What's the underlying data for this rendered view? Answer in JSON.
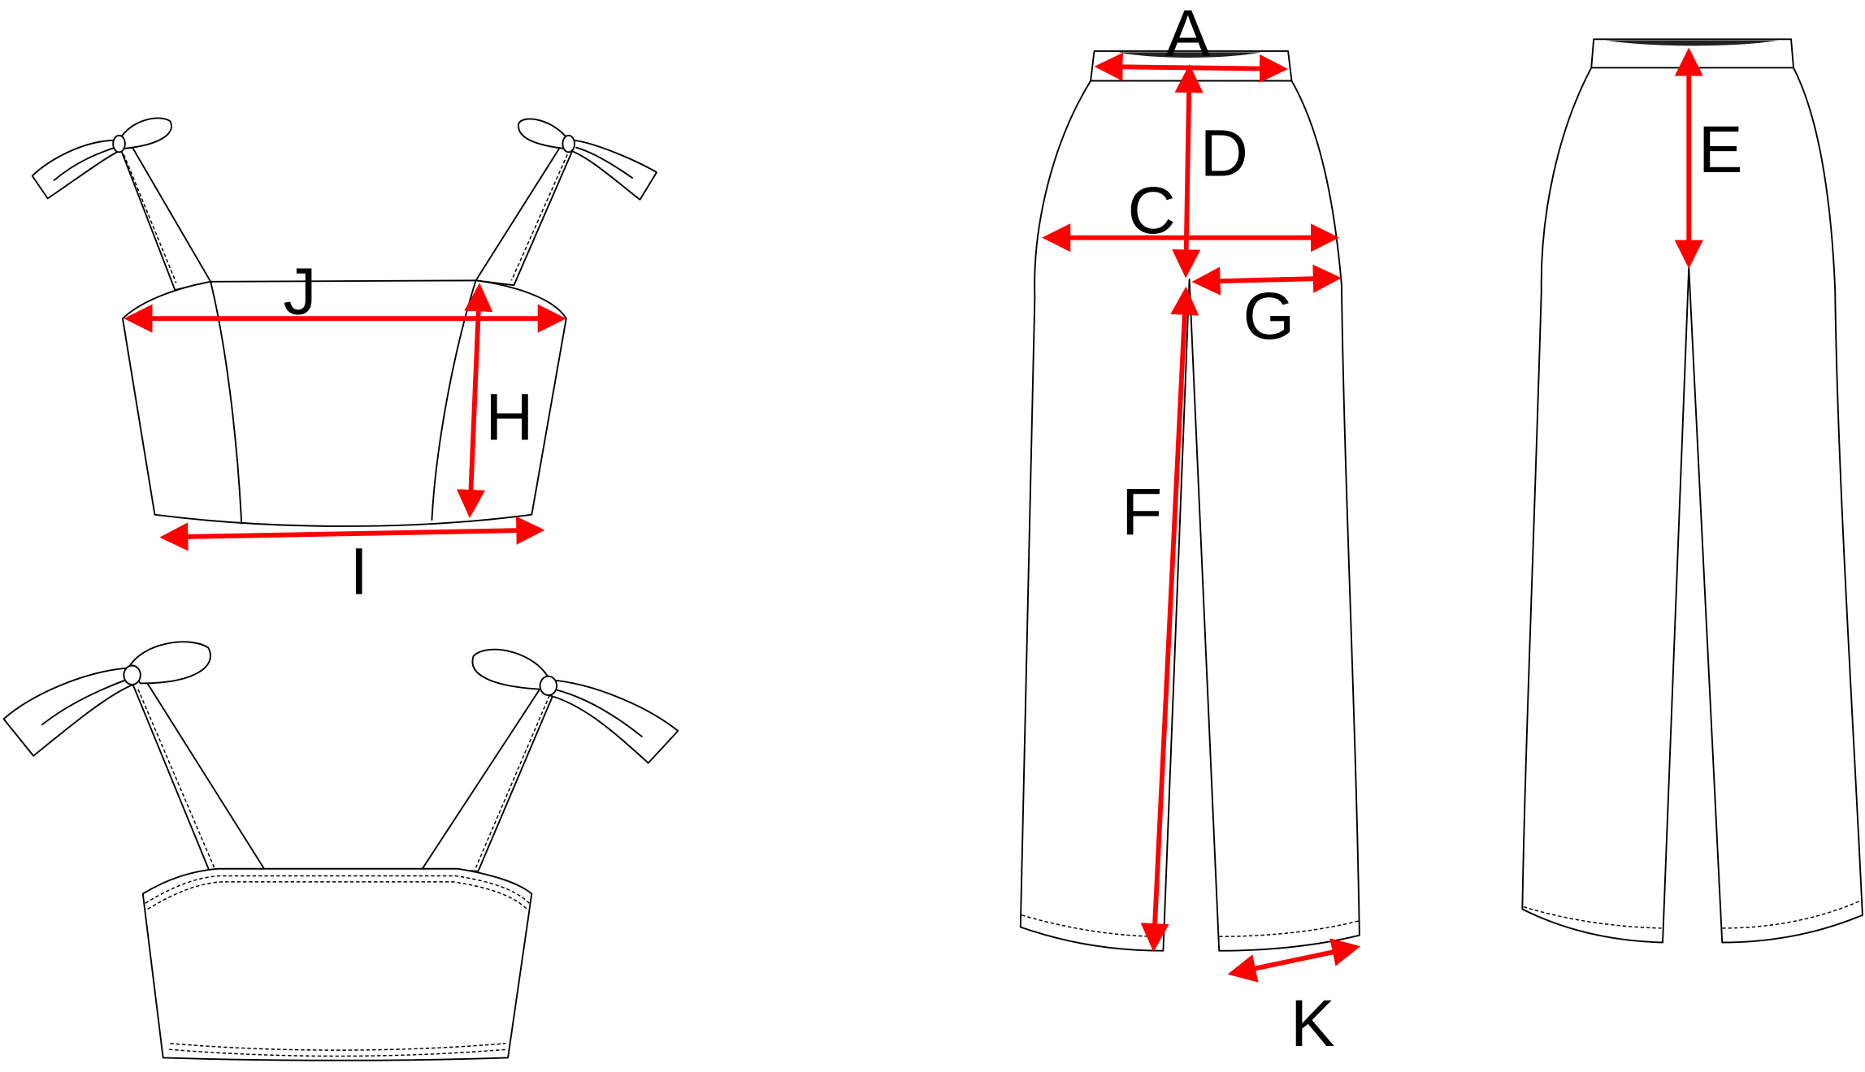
{
  "diagram": {
    "title": "Crop top and trousers measurement guide",
    "accent_color": "#ff0000",
    "top_labels": {
      "J": "J",
      "H": "H",
      "I": "I"
    },
    "pants_labels": {
      "A": "A",
      "D": "D",
      "C": "C",
      "G": "G",
      "F": "F",
      "K": "K",
      "E": "E"
    }
  }
}
